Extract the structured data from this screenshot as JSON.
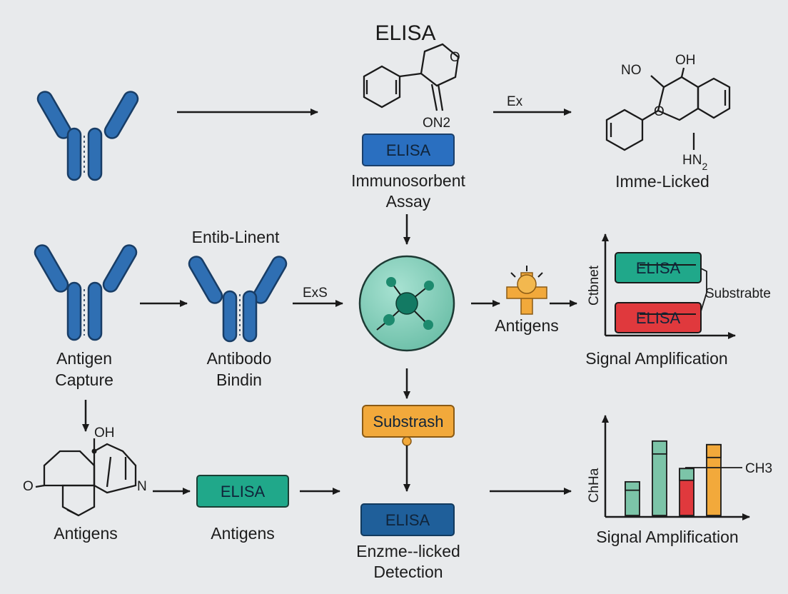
{
  "title": "ELISA",
  "colors": {
    "antibody_blue": "#2f6fb3",
    "box_blue": "#2a6fc0",
    "box_teal": "#20a88a",
    "box_green_bar": "#7cc4a8",
    "box_red": "#e0393d",
    "box_orange": "#f2a93b",
    "sphere": "#8fd3c0",
    "node": "#1d8a6e",
    "background": "#e8eaec"
  },
  "row1": {
    "molecule_label": "ON2",
    "molecule_subscript": "2",
    "box": "ELISA",
    "caption_line1": "Immunosorbent",
    "caption_line2": "Assay",
    "arrow_label": "Ex",
    "right_molecule": {
      "label_no": "NO",
      "label_oh": "OH",
      "label_hn": "HN",
      "label_hn_sub": "2",
      "caption": "Imme-Licked"
    }
  },
  "row2": {
    "antibody_title": "Entib-Linent",
    "left_caption_line1": "Antigen",
    "left_caption_line2": "Capture",
    "mid_caption_line1": "Antibodo",
    "mid_caption_line2": "Bindin",
    "arrow_label": "ExS",
    "antigen_caption": "Antigens"
  },
  "chart_top": {
    "ylabel": "Ctbnet",
    "xlabel": "Signal Amplification",
    "boxes": [
      "ELISA",
      "ELISA"
    ],
    "annotation": "Substrabte"
  },
  "row3": {
    "molecule_label": "OH",
    "molecule_o": "O",
    "molecule_n": "N",
    "caption_left": "Antigens",
    "box_mid": "ELISA",
    "caption_mid": "Antigens",
    "substrate_box": "Substrash",
    "detect_box": "ELISA",
    "detect_caption_line1": "Enzme--licked",
    "detect_caption_line2": "Detection"
  },
  "chart_data": {
    "type": "bar",
    "title": "",
    "ylabel": "ChHa",
    "xlabel": "Signal Amplification",
    "annotation": "CH3",
    "categories": [
      "",
      "",
      "",
      ""
    ],
    "values": [
      0.38,
      0.84,
      0.53,
      0.8
    ],
    "ylim": [
      0,
      1
    ],
    "bar_colors": [
      "#7cc4a8",
      "#7cc4a8",
      "#e0393d",
      "#f2a93b"
    ],
    "cap_colors": [
      "#7cc4a8",
      "#7cc4a8",
      "#7cc4a8",
      "#f2a93b"
    ],
    "grid": false
  }
}
